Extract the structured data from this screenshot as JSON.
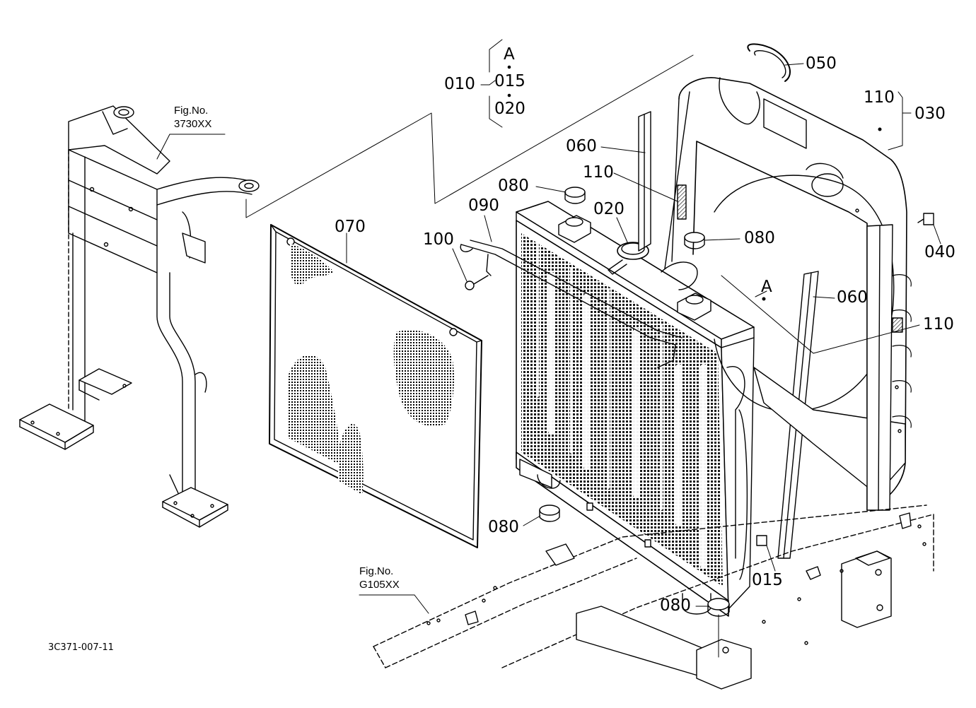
{
  "callouts": {
    "c010": "010",
    "cA_top": "A",
    "c015_top": "015",
    "c020_top": "020",
    "c050": "050",
    "c110_top": "110",
    "c030": "030",
    "c060_top": "060",
    "c110_mid": "110",
    "c080_a": "080",
    "c090": "090",
    "c020_cap": "020",
    "c070": "070",
    "c100": "100",
    "c080_b": "080",
    "c040": "040",
    "cA_mid": "A",
    "c060_right": "060",
    "c110_right": "110",
    "c080_c": "080",
    "c015_bottom": "015",
    "c080_d": "080"
  },
  "references": {
    "fig_top_label": "Fig.No.",
    "fig_top_number": "3730XX",
    "fig_bottom_label": "Fig.No.",
    "fig_bottom_number": "G105XX"
  },
  "drawing_number": "3C371-007-11"
}
